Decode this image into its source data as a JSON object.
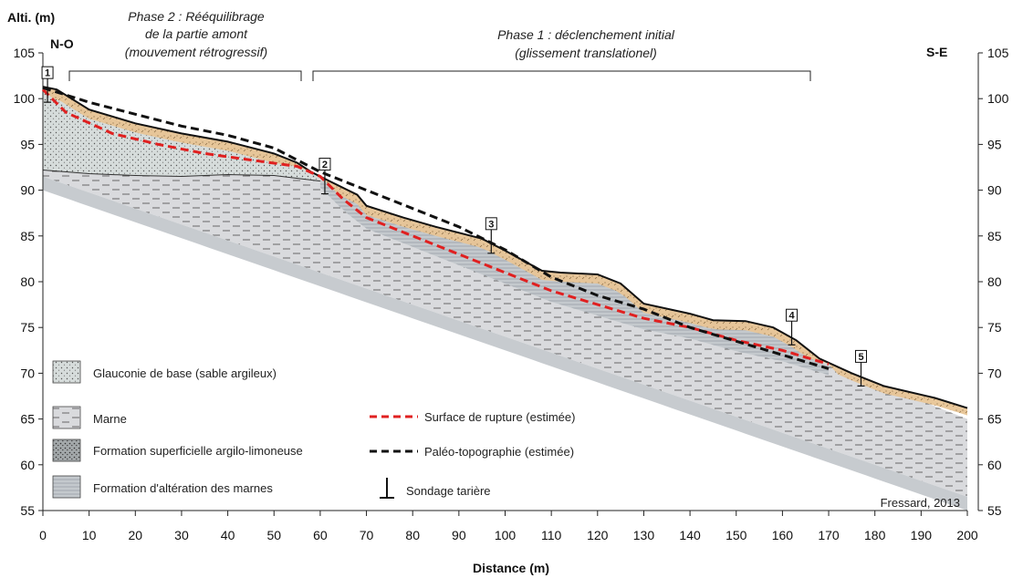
{
  "axes": {
    "y_title": "Alti. (m)",
    "x_title": "Distance (m)",
    "y_ticks": [
      "105",
      "100",
      "95",
      "90",
      "85",
      "80",
      "75",
      "70",
      "65",
      "60",
      "55"
    ],
    "x_ticks": [
      "0",
      "10",
      "20",
      "30",
      "40",
      "50",
      "60",
      "70",
      "80",
      "90",
      "100",
      "110",
      "120",
      "130",
      "140",
      "150",
      "160",
      "170",
      "180",
      "190",
      "200"
    ],
    "xlim": [
      0,
      200
    ],
    "ylim": [
      55,
      105
    ]
  },
  "orientation": {
    "left": "N-O",
    "right": "S-E"
  },
  "phases": {
    "phase2": {
      "line1": "Phase 2 : Rééquilibrage",
      "line2": "de la partie amont",
      "line3": "(mouvement rétrogressif)"
    },
    "phase1": {
      "line1": "Phase 1 : déclenchement initial",
      "line2": "(glissement translationel)"
    }
  },
  "boreholes": [
    {
      "label": "1",
      "x": 1,
      "z": 101
    },
    {
      "label": "2",
      "x": 61,
      "z": 91
    },
    {
      "label": "3",
      "x": 97,
      "z": 84.5
    },
    {
      "label": "4",
      "x": 162,
      "z": 74.5
    },
    {
      "label": "5",
      "x": 177,
      "z": 70
    }
  ],
  "legend": {
    "glauconie": "Glauconie de base (sable argileux)",
    "marne": "Marne",
    "superficielle": "Formation superficielle argilo-limoneuse",
    "alteration": "Formation d'altération des marnes",
    "rupture": "Surface de rupture (estimée)",
    "paleo": "Paléo-topographie (estimée)",
    "sondage": "Sondage tarière"
  },
  "colors": {
    "rupture": "#e02020",
    "paleo": "#111111",
    "superficielle": "#e9c99a",
    "glauconie": "#c9d0ce",
    "marne": "#d8d9dc",
    "alteration": "#bdc2c6"
  },
  "credit": "Fressard, 2013",
  "chart_data": {
    "type": "cross-section",
    "xlabel": "Distance (m)",
    "ylabel": "Alti. (m)",
    "xlim": [
      0,
      200
    ],
    "ylim": [
      55,
      105
    ],
    "ground_surface": [
      [
        0,
        101.3
      ],
      [
        3,
        101
      ],
      [
        10,
        98.8
      ],
      [
        20,
        97.3
      ],
      [
        30,
        96.2
      ],
      [
        40,
        95.3
      ],
      [
        50,
        94
      ],
      [
        55,
        93
      ],
      [
        58,
        92
      ],
      [
        62,
        91
      ],
      [
        68,
        89.5
      ],
      [
        70,
        88.3
      ],
      [
        78,
        87
      ],
      [
        85,
        86
      ],
      [
        95,
        84.7
      ],
      [
        100,
        83.4
      ],
      [
        108,
        81.2
      ],
      [
        112,
        81
      ],
      [
        120,
        80.8
      ],
      [
        125,
        79.8
      ],
      [
        130,
        77.6
      ],
      [
        140,
        76.5
      ],
      [
        145,
        75.8
      ],
      [
        152,
        75.7
      ],
      [
        158,
        75
      ],
      [
        163,
        73.6
      ],
      [
        168,
        71.6
      ],
      [
        175,
        70
      ],
      [
        182,
        68.6
      ],
      [
        193,
        67.3
      ],
      [
        200,
        66.2
      ]
    ],
    "paleo_topography": [
      [
        0,
        101.2
      ],
      [
        10,
        99.6
      ],
      [
        20,
        98.3
      ],
      [
        30,
        97
      ],
      [
        40,
        96
      ],
      [
        50,
        94.6
      ],
      [
        55,
        93.3
      ],
      [
        60,
        92
      ],
      [
        70,
        90
      ],
      [
        80,
        88
      ],
      [
        90,
        86
      ],
      [
        100,
        83.5
      ],
      [
        110,
        80.5
      ],
      [
        120,
        78.5
      ],
      [
        130,
        77
      ],
      [
        140,
        75
      ],
      [
        150,
        73.5
      ],
      [
        160,
        72
      ],
      [
        170,
        70.5
      ]
    ],
    "rupture_surface": [
      [
        0,
        101
      ],
      [
        5,
        98.5
      ],
      [
        15,
        96.2
      ],
      [
        25,
        95
      ],
      [
        35,
        94
      ],
      [
        45,
        93.3
      ],
      [
        55,
        92.6
      ],
      [
        60,
        91.5
      ],
      [
        65,
        89
      ],
      [
        70,
        87
      ],
      [
        80,
        85
      ],
      [
        90,
        83
      ],
      [
        100,
        81
      ],
      [
        110,
        79
      ],
      [
        120,
        77.5
      ],
      [
        130,
        76
      ],
      [
        140,
        75
      ],
      [
        150,
        73.6
      ],
      [
        160,
        72.5
      ],
      [
        170,
        71
      ]
    ],
    "marl_top": [
      [
        0,
        92.2
      ],
      [
        10,
        91.8
      ],
      [
        20,
        91.6
      ],
      [
        30,
        91.5
      ],
      [
        40,
        91.7
      ],
      [
        50,
        91.6
      ],
      [
        60,
        91
      ],
      [
        70,
        88
      ],
      [
        85,
        86
      ],
      [
        100,
        83
      ],
      [
        120,
        81
      ],
      [
        140,
        78
      ],
      [
        160,
        74
      ],
      [
        170,
        71
      ],
      [
        200,
        65
      ]
    ],
    "alteration_base": [
      [
        0,
        91.5
      ],
      [
        200,
        56.5
      ]
    ]
  }
}
